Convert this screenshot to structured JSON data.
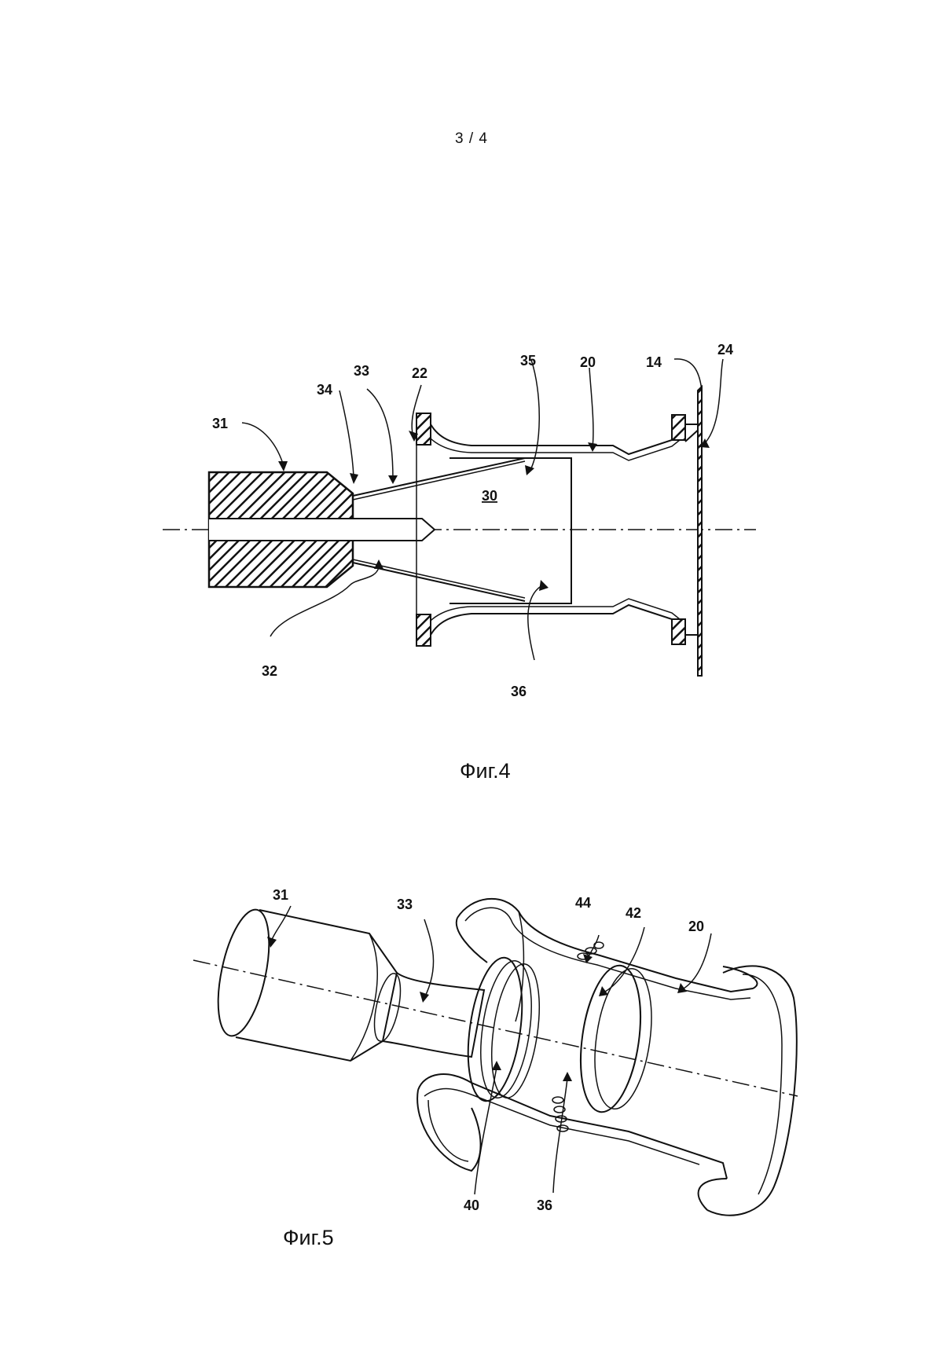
{
  "page": {
    "number": "3 / 4"
  },
  "fig4": {
    "caption": "Фиг.4",
    "labels": {
      "l31": "31",
      "l34": "34",
      "l33": "33",
      "l22": "22",
      "l35": "35",
      "l20": "20",
      "l14": "14",
      "l24": "24",
      "l30": "30",
      "l32": "32",
      "l36": "36"
    }
  },
  "fig5": {
    "caption": "Фиг.5",
    "labels": {
      "l31": "31",
      "l33": "33",
      "l44": "44",
      "l42": "42",
      "l20": "20",
      "l40": "40",
      "l36": "36"
    }
  }
}
